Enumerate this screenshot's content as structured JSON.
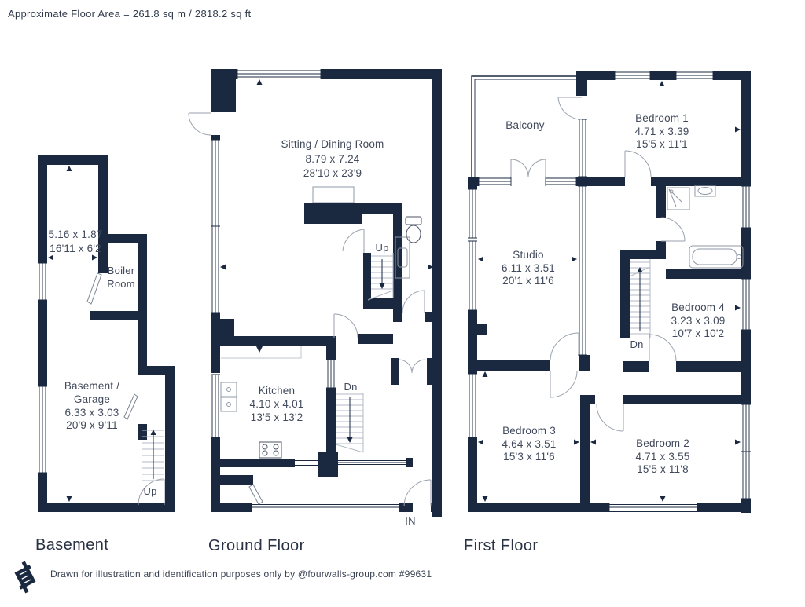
{
  "header": {
    "title": "Approximate Floor Area = 261.8 sq m / 2818.2 sq ft"
  },
  "footer": {
    "disclaimer": "Drawn for illustration and identification purposes only by @fourwalls-group.com #99631"
  },
  "colors": {
    "wall": "#1a2940",
    "room_text": "#414a5c",
    "label_text": "#2a3344"
  },
  "floors": {
    "basement": {
      "label": "Basement",
      "rooms": {
        "cellar": {
          "dims_m": "5.16 x 1.87",
          "dims_ft": "16'11 x 6'2"
        },
        "boiler": {
          "line1": "Boiler",
          "line2": "Room"
        },
        "garage": {
          "name1": "Basement /",
          "name2": "Garage",
          "dims_m": "6.33 x 3.03",
          "dims_ft": "20'9 x 9'11"
        },
        "stair_up": "Up"
      }
    },
    "ground": {
      "label": "Ground Floor",
      "rooms": {
        "sitting": {
          "name": "Sitting / Dining Room",
          "dims_m": "8.79 x 7.24",
          "dims_ft": "28'10 x 23'9"
        },
        "kitchen": {
          "name": "Kitchen",
          "dims_m": "4.10 x 4.01",
          "dims_ft": "13'5 x 13'2"
        },
        "stair_up": "Up",
        "stair_dn": "Dn",
        "entrance": "IN"
      }
    },
    "first": {
      "label": "First Floor",
      "rooms": {
        "balcony": {
          "name": "Balcony"
        },
        "bedroom1": {
          "name": "Bedroom 1",
          "dims_m": "4.71 x 3.39",
          "dims_ft": "15'5 x 11'1"
        },
        "studio": {
          "name": "Studio",
          "dims_m": "6.11 x 3.51",
          "dims_ft": "20'1 x 11'6"
        },
        "bedroom4": {
          "name": "Bedroom 4",
          "dims_m": "3.23 x 3.09",
          "dims_ft": "10'7 x 10'2"
        },
        "bedroom3": {
          "name": "Bedroom 3",
          "dims_m": "4.64 x 3.51",
          "dims_ft": "15'3 x 11'6"
        },
        "bedroom2": {
          "name": "Bedroom 2",
          "dims_m": "4.71 x 3.55",
          "dims_ft": "15'5 x 11'8"
        },
        "stair_dn": "Dn"
      }
    }
  }
}
